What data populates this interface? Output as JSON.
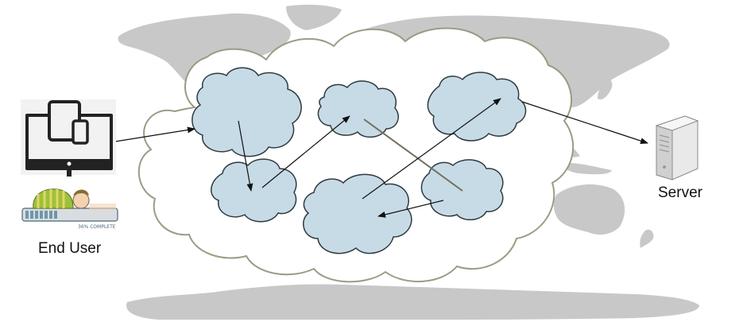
{
  "labels": {
    "end_user": "End User",
    "server": "Server"
  },
  "sleeping_figure_caption": "36% COMPLETE",
  "colors": {
    "background": "#ffffff",
    "world_map": "#c8c8c8",
    "big_cloud_fill": "#ffffff",
    "big_cloud_stroke": "#9a9c84",
    "small_cloud_fill": "#c7dbe7",
    "small_cloud_stroke": "#2e3a40",
    "arrow": "#111111",
    "server_body": "#e9e9e9",
    "device_frame": "#222222"
  },
  "icons": {
    "end_user_devices": "monitor-tablet-phone-icon",
    "sleeping_user": "sleeping-on-progress-bar-icon",
    "server": "server-tower-icon"
  },
  "network_clouds": [
    "cloud-1",
    "cloud-2",
    "cloud-3",
    "cloud-4",
    "cloud-5",
    "cloud-6"
  ],
  "connections": [
    {
      "from": "end-user",
      "to": "cloud-1",
      "arrow": true
    },
    {
      "from": "cloud-1",
      "to": "cloud-2",
      "arrow": true
    },
    {
      "from": "cloud-2",
      "to": "cloud-3",
      "arrow": true
    },
    {
      "from": "cloud-3",
      "to": "cloud-6",
      "arrow": false
    },
    {
      "from": "cloud-6",
      "to": "cloud-5",
      "arrow": true
    },
    {
      "from": "cloud-5",
      "to": "cloud-4",
      "arrow": true
    },
    {
      "from": "cloud-4",
      "to": "server",
      "arrow": true
    }
  ]
}
